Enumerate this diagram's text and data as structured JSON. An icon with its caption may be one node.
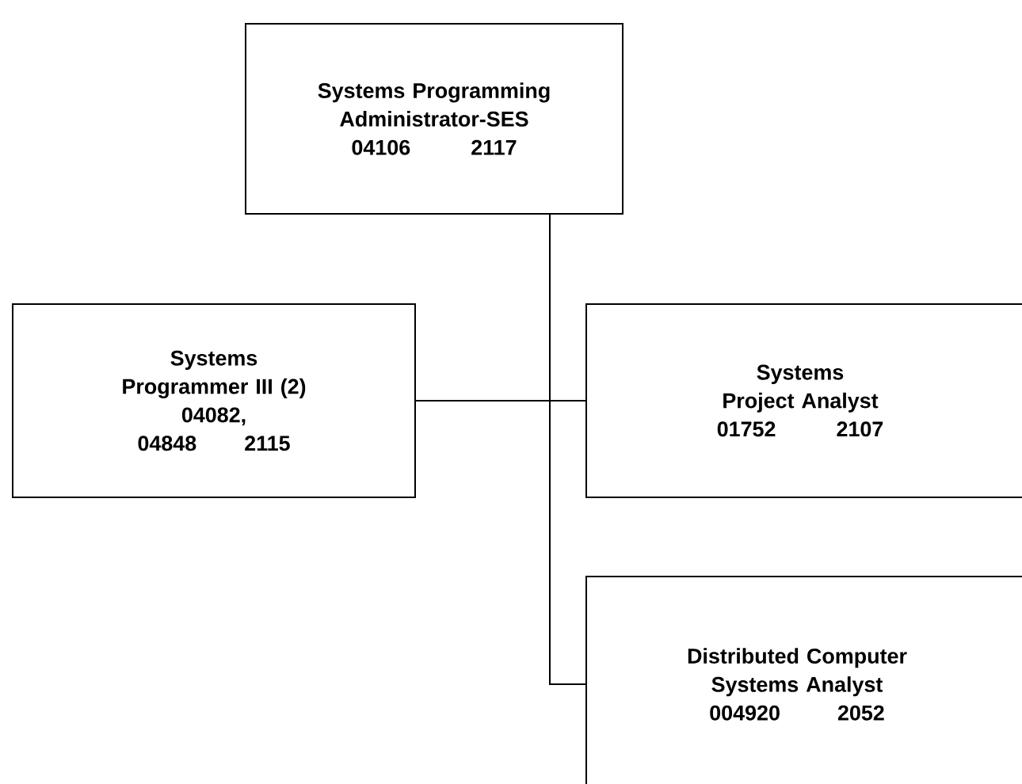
{
  "diagram": {
    "nodes": [
      {
        "text": [
          "Systems Programming Administrator-SES",
          "04106",
          "2117"
        ]
      },
      {
        "text": [
          "Systems Programmer III (2)",
          "04082, 04848",
          "2115"
        ]
      },
      {
        "text": [
          "Systems Project Analyst",
          "01752",
          "2107"
        ]
      },
      {
        "text": [
          "Distributed Computer Systems Analyst",
          "004920",
          "2052"
        ]
      }
    ],
    "edges": [
      {
        "from": 0,
        "to": 1,
        "arrow": "none"
      },
      {
        "from": 0,
        "to": 2,
        "arrow": "none"
      },
      {
        "from": 0,
        "to": 3,
        "arrow": "none"
      }
    ]
  }
}
